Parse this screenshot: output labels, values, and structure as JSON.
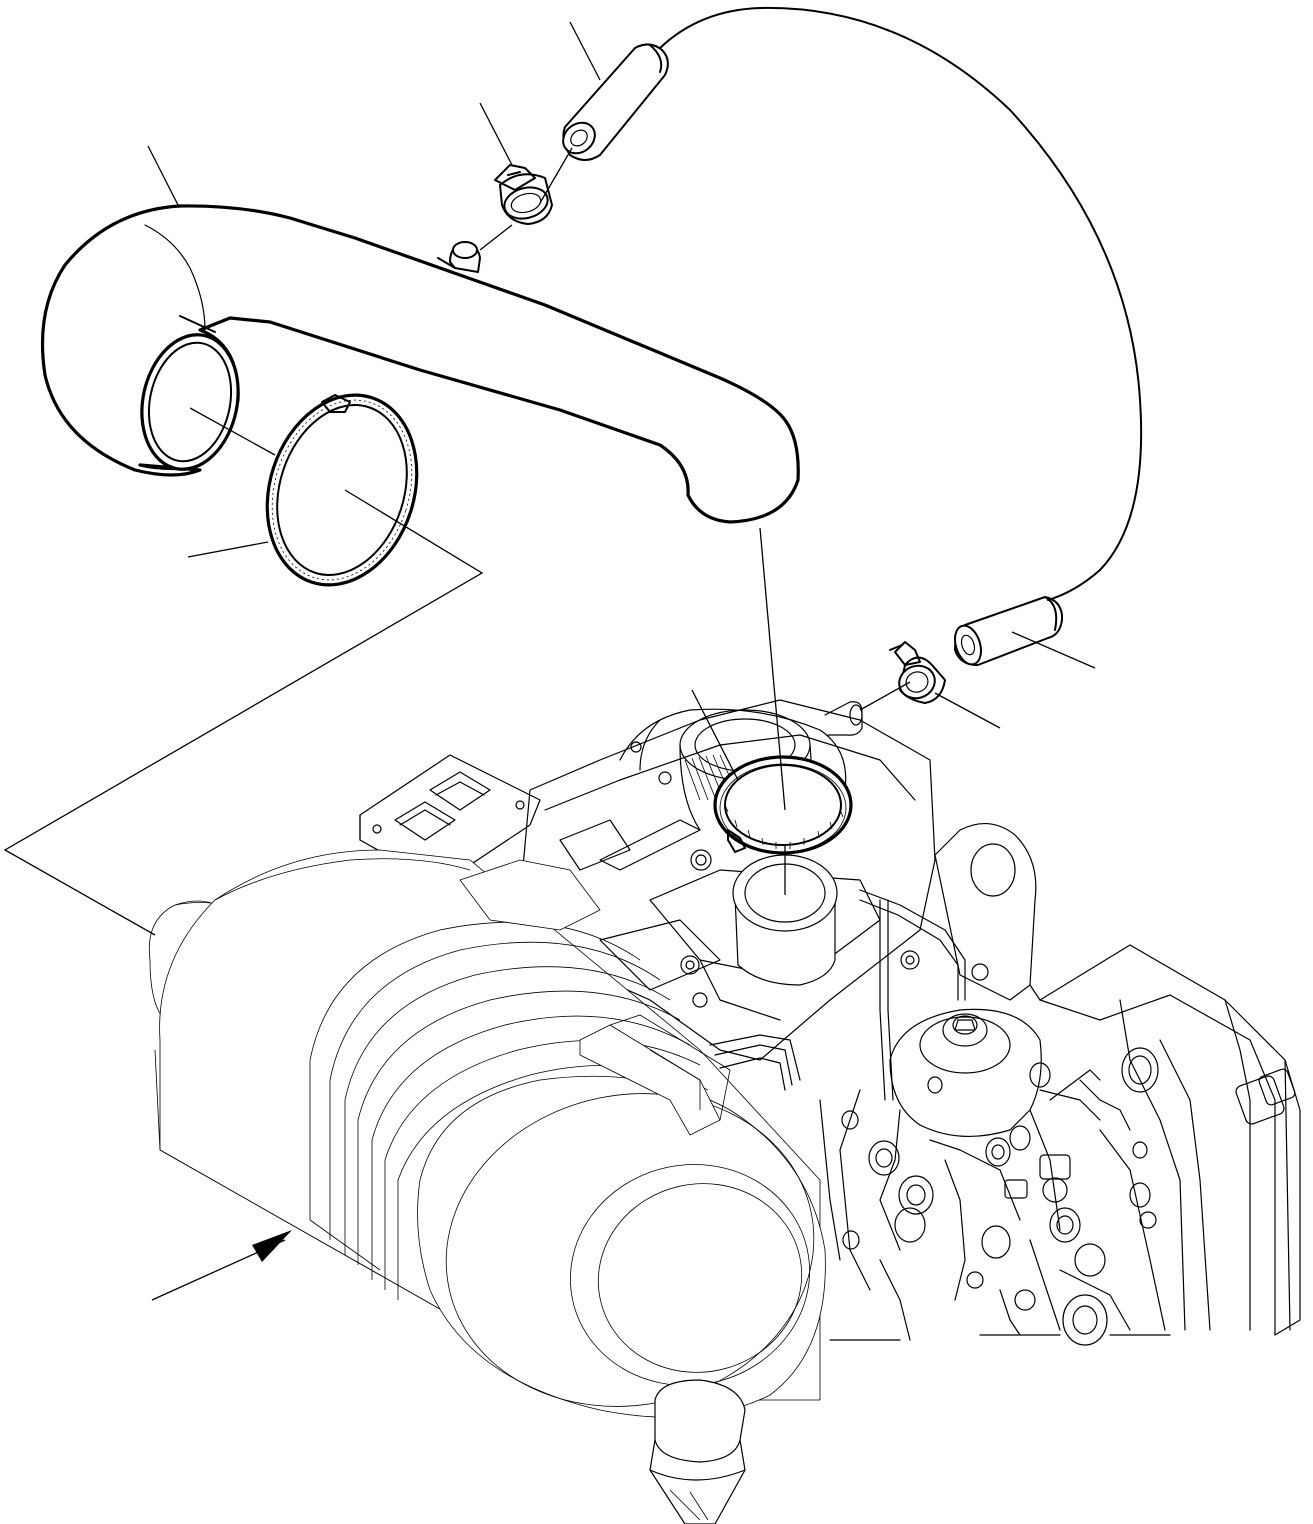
{
  "diagram": {
    "colors": {
      "line": "#000000",
      "background": "#ffffff"
    },
    "parts": [
      {
        "id": "air-intake-elbow-pipe"
      },
      {
        "id": "hose-clamp-large-upper"
      },
      {
        "id": "hose-clamp-large-lower"
      },
      {
        "id": "small-hose-upper"
      },
      {
        "id": "small-hose-clamp-upper"
      },
      {
        "id": "small-hose-lower"
      },
      {
        "id": "small-hose-clamp-lower"
      },
      {
        "id": "turbo-outlet"
      },
      {
        "id": "air-cleaner"
      },
      {
        "id": "engine-block"
      },
      {
        "id": "injection-pump"
      }
    ]
  }
}
